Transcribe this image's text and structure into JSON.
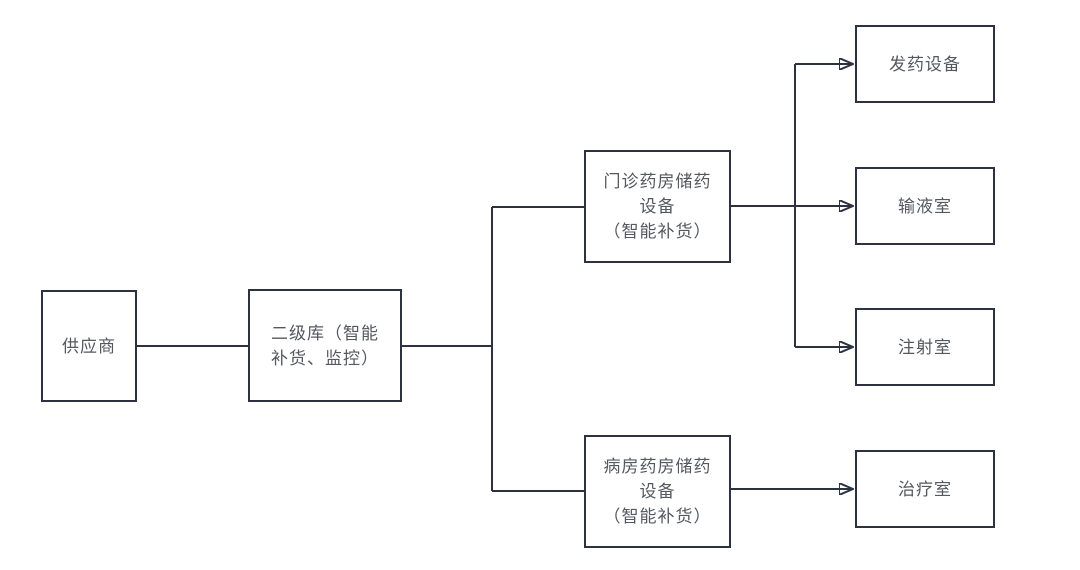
{
  "diagram": {
    "type": "flowchart",
    "colors": {
      "stroke": "#2d3240",
      "text": "#54585f",
      "background": "#ffffff"
    },
    "nodes": {
      "supplier": {
        "label": "供应商"
      },
      "warehouse": {
        "label": "二级库（智能\n补货、监控）"
      },
      "outpatient": {
        "label": "门诊药房储药\n设备\n（智能补货）"
      },
      "ward": {
        "label": "病房药房储药\n设备\n（智能补货）"
      },
      "dispensing": {
        "label": "发药设备"
      },
      "infusion": {
        "label": "输液室"
      },
      "injection": {
        "label": "注射室"
      },
      "treatment": {
        "label": "治疗室"
      }
    },
    "edges": [
      {
        "from": "supplier",
        "to": "warehouse",
        "arrow": false
      },
      {
        "from": "warehouse",
        "to": "outpatient",
        "arrow": false
      },
      {
        "from": "warehouse",
        "to": "ward",
        "arrow": false
      },
      {
        "from": "outpatient",
        "to": "dispensing",
        "arrow": true
      },
      {
        "from": "outpatient",
        "to": "infusion",
        "arrow": true
      },
      {
        "from": "outpatient",
        "to": "injection",
        "arrow": true
      },
      {
        "from": "ward",
        "to": "treatment",
        "arrow": true
      }
    ]
  }
}
